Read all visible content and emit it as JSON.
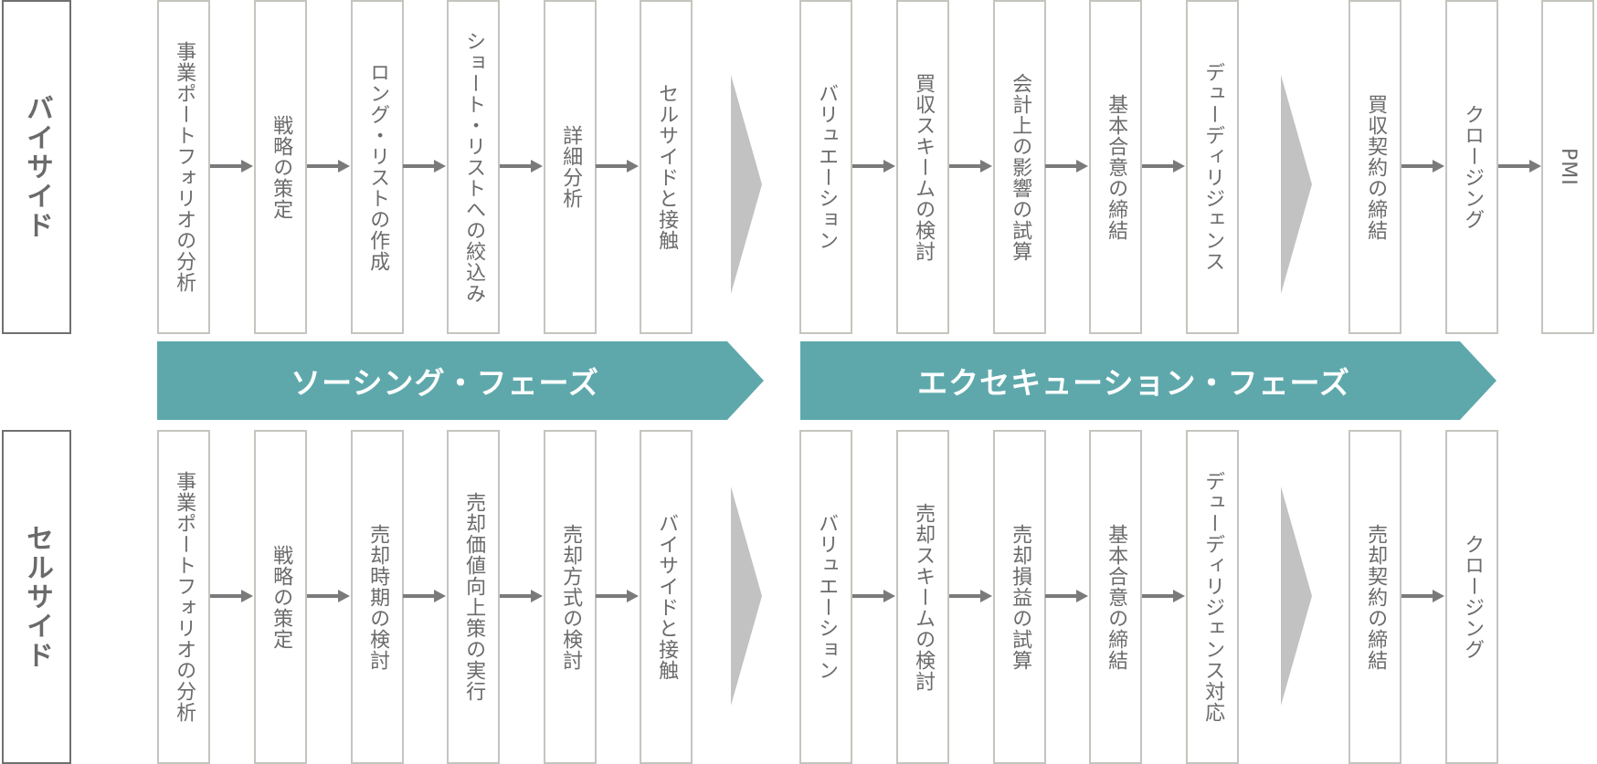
{
  "colors": {
    "band": "#5ea8ac",
    "box_border": "#c6c4be",
    "arrow": "#7a7a7a",
    "chevron": "#c2c2c2",
    "side_border": "#707070"
  },
  "buy_side": {
    "label": "バイサイド",
    "steps": [
      "事業ポートフォリオの分析",
      "戦略の策定",
      "ロング・リストの作成",
      "ショート・リストへの絞込み",
      "詳細分析",
      "セルサイドと接触",
      "バリュエーション",
      "買収スキームの検討",
      "会計上の影響の試算",
      "基本合意の締結",
      "デューディリジェンス",
      "買収契約の締結",
      "クロージング",
      "PMI"
    ]
  },
  "sell_side": {
    "label": "セルサイド",
    "steps": [
      "事業ポートフォリオの分析",
      "戦略の策定",
      "売却時期の検討",
      "売却価値向上策の実行",
      "売却方式の検討",
      "バイサイドと接触",
      "バリュエーション",
      "売却スキームの検討",
      "売却損益の試算",
      "基本合意の締結",
      "デューディリジェンス対応",
      "売却契約の締結",
      "クロージング"
    ]
  },
  "phases": [
    {
      "label": "ソーシング・フェーズ"
    },
    {
      "label": "エクセキューション・フェーズ"
    }
  ]
}
